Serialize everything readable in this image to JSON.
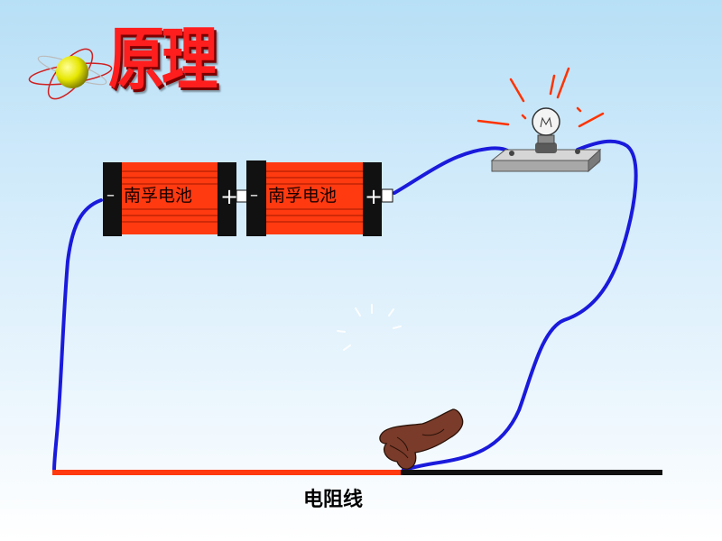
{
  "slide": {
    "title": "原理",
    "cells": [
      {
        "label": "南孚电池",
        "minus": "–",
        "plus": "+"
      },
      {
        "label": "南孚电池",
        "minus": "–",
        "plus": "+"
      }
    ],
    "resistance_wire_label": "电阻线"
  },
  "colors": {
    "title": "#ff1e1e",
    "battery_body": "#ff3a10",
    "battery_cap": "#111111",
    "wire": "#1a1adc",
    "resistance_wire_red": "#ff3a10",
    "resistance_wire_black": "#111111",
    "hand": "#7a3b2a",
    "bulb_rays": "#ff3300"
  },
  "icons": [
    "atom-orbit-icon",
    "light-bulb-icon",
    "hand-icon"
  ]
}
